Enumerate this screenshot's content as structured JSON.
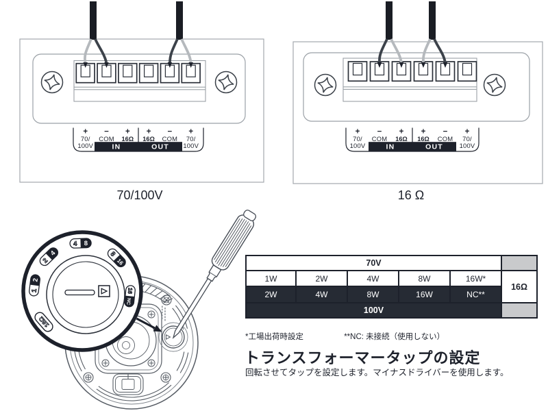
{
  "panels": {
    "left": {
      "caption": "70/100V"
    },
    "right": {
      "caption": "16 Ω"
    }
  },
  "terminal_labels": {
    "t1": {
      "sign": "+",
      "l1": "70/",
      "l2": "100V"
    },
    "t2": {
      "sign": "−",
      "l1": "COM"
    },
    "t3": {
      "sign": "+",
      "l1": "16Ω"
    },
    "t4": {
      "sign": "+",
      "l1": "16Ω"
    },
    "t5": {
      "sign": "−",
      "l1": "COM"
    },
    "t6": {
      "sign": "+",
      "l1": "70/",
      "l2": "100V"
    }
  },
  "io": {
    "in_label": "IN",
    "out_label": "OUT"
  },
  "dial": {
    "taps": [
      {
        "low": "1",
        "high": "2"
      },
      {
        "low": "2",
        "high": "4"
      },
      {
        "low": "4",
        "high": "8"
      },
      {
        "low": "8",
        "high": "16"
      },
      {
        "low": "16",
        "high": "NC"
      }
    ],
    "impedance_label": "16Ω"
  },
  "table": {
    "header_70v": "70V",
    "header_100v": "100V",
    "impedance": "16Ω",
    "row_70v": [
      "1W",
      "2W",
      "4W",
      "8W",
      "16W*"
    ],
    "row_100v": [
      "2W",
      "4W",
      "8W",
      "16W",
      "NC**"
    ]
  },
  "notes": {
    "factory": "*工場出荷時設定",
    "nc": "**NC: 未接続（使用しない）"
  },
  "section": {
    "heading": "トランスフォーマータップの設定",
    "body": "回転させてタップを設定します。マイナスドライバーを使用します。"
  },
  "colors": {
    "ink": "#1d212b",
    "light_wire": "#b5b9bd",
    "dark_wire": "#3c424a",
    "panel_stroke": "#a3a8ae",
    "gray_cell": "#c9cacc"
  }
}
